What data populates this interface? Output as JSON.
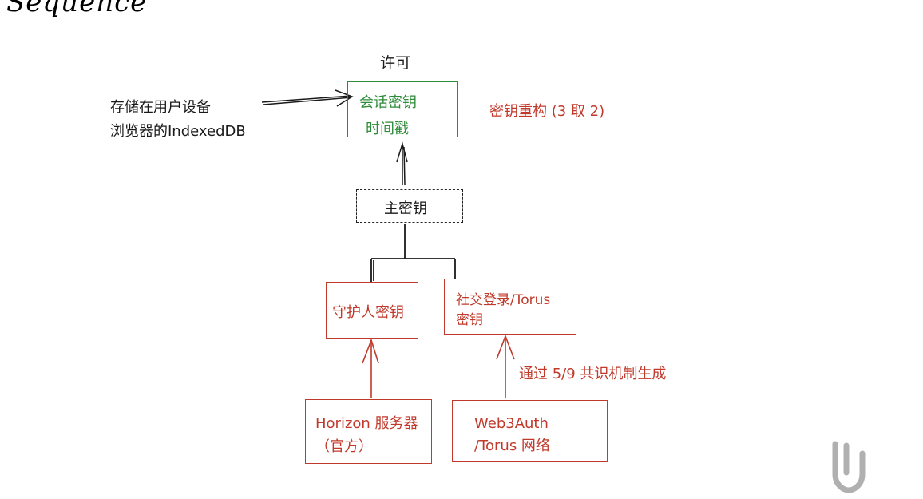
{
  "heading": "Sequence",
  "labels": {
    "permit": "许可",
    "storage_note_line1": "存储在用户设备",
    "storage_note_line2": "浏览器的IndexedDB",
    "reconstruct_note": "密钥重构 (3 取 2)",
    "session_key": "会话密钥",
    "timestamp": "时间戳",
    "master_key": "主密钥",
    "guardian_key": "守护人密钥",
    "social_key_line1": "社交登录/Torus",
    "social_key_line2": "密钥",
    "horizon_line1": "Horizon 服务器",
    "horizon_line2": "（官方）",
    "web3auth_line1": "Web3Auth",
    "web3auth_line2": "/Torus 网络",
    "consensus_note": "通过 5/9 共识机制生成"
  },
  "colors": {
    "red": "#c0392b",
    "green": "#2e8b3a",
    "black": "#1a1a1a",
    "watermark": "#b0b0b0"
  },
  "icons": {
    "watermark": "attachment-logo-icon"
  }
}
